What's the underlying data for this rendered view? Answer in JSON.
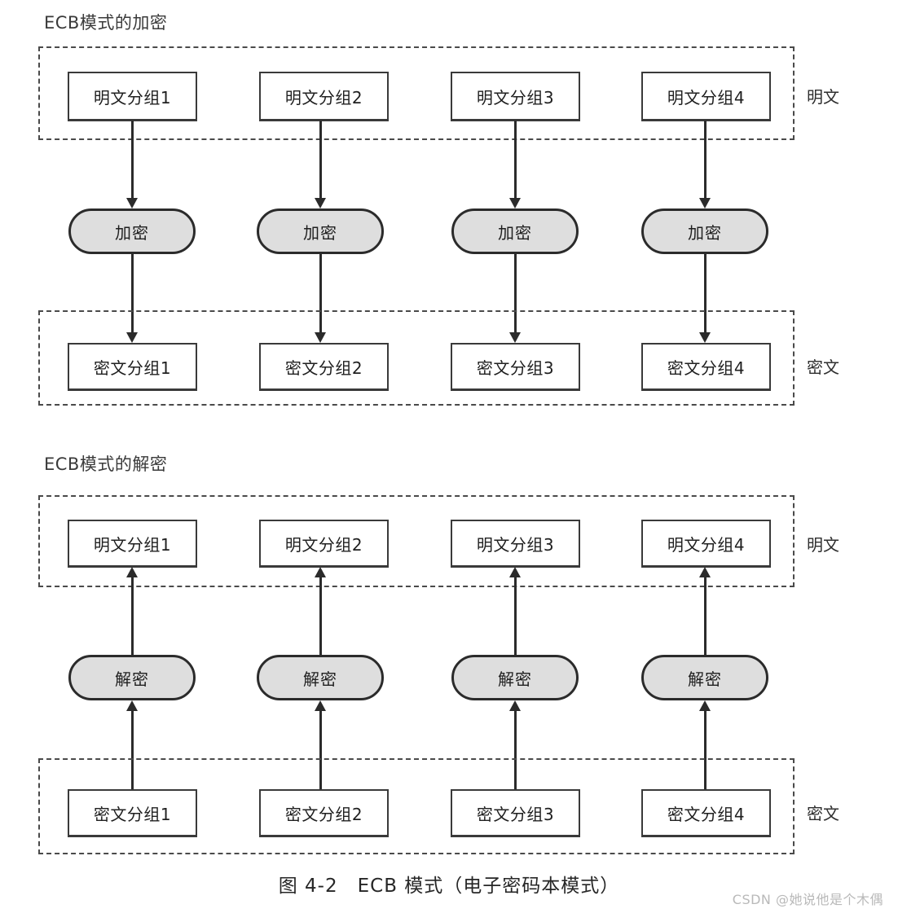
{
  "figure": {
    "caption": "图 4-2　ECB 模式（电子密码本模式）",
    "watermark": "CSDN @她说他是个木偶"
  },
  "sections": [
    {
      "id": "encryption",
      "title": "ECB模式的加密",
      "input_group": {
        "side_label": "明文",
        "blocks": [
          "明文分组1",
          "明文分组2",
          "明文分组3",
          "明文分组4"
        ]
      },
      "process": {
        "node_label": "加密",
        "nodes": [
          "加密",
          "加密",
          "加密",
          "加密"
        ]
      },
      "output_group": {
        "side_label": "密文",
        "blocks": [
          "密文分组1",
          "密文分组2",
          "密文分组3",
          "密文分组4"
        ]
      },
      "flow_direction": "down"
    },
    {
      "id": "decryption",
      "title": "ECB模式的解密",
      "input_group": {
        "side_label": "密文",
        "blocks": [
          "密文分组1",
          "密文分组2",
          "密文分组3",
          "密文分组4"
        ]
      },
      "process": {
        "node_label": "解密",
        "nodes": [
          "解密",
          "解密",
          "解密",
          "解密"
        ]
      },
      "output_group": {
        "side_label": "明文",
        "blocks": [
          "明文分组1",
          "明文分组2",
          "明文分组3",
          "明文分组4"
        ]
      },
      "flow_direction": "up"
    }
  ],
  "colors": {
    "stroke": "#2b2b2b",
    "block_fill": "#ffffff",
    "process_fill": "#dedede",
    "dashed_border": "#4a4a4a",
    "watermark": "#b9b9b9",
    "page_background": "#ffffff"
  }
}
